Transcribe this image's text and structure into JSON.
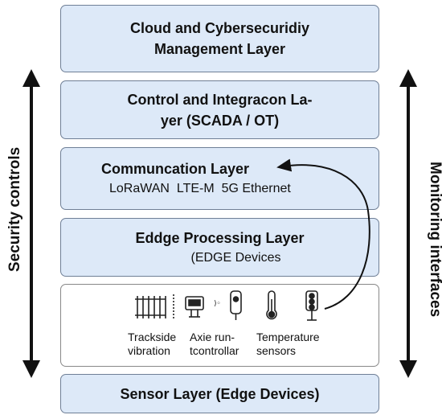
{
  "layers": {
    "cloud": {
      "line1": "Cloud and Cybersecuridiy",
      "line2": "Management Layer"
    },
    "control": {
      "line1": "Control and Integracon La-",
      "line2": "yer (SCADA / OT)"
    },
    "communication": {
      "title": "Communcation Layer",
      "protocols": "LoRaWAN  LTE-M  5G Ethernet"
    },
    "edge_processing": {
      "title": "Eddge Processing Layer",
      "subtitle": "(EDGE Devices"
    },
    "sensor": {
      "title": "Sensor Layer (Edge Devices)"
    }
  },
  "sensors": {
    "trackside": {
      "line1": "Trackside",
      "line2": "vibration",
      "icon": "rail-track-icon"
    },
    "axle": {
      "line1": "Axie run-",
      "line2": "tcontrollar",
      "icon": "axle-controller-icon"
    },
    "temperature": {
      "line1": "Temperature",
      "line2": "sensors",
      "icon": "thermometer-icon"
    },
    "signal": {
      "icon": "traffic-signal-icon"
    }
  },
  "side_labels": {
    "left": "Security controls",
    "right": "Monitoring interfaces"
  }
}
